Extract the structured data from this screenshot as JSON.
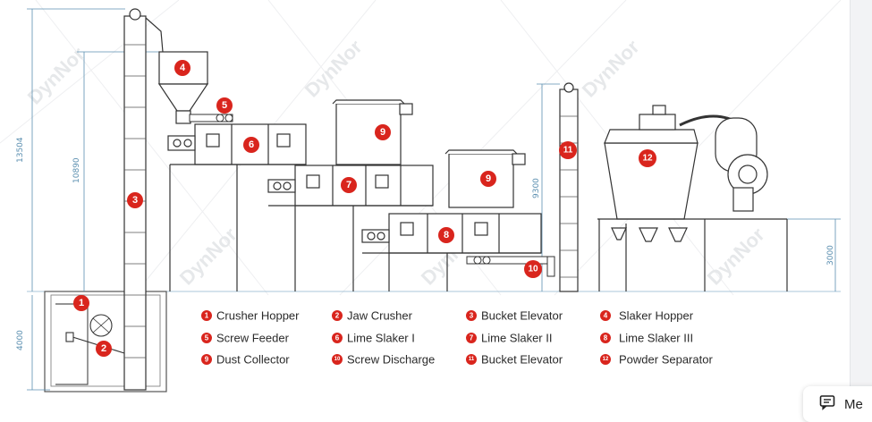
{
  "watermark": "DynNor",
  "dimensions": {
    "total_height": "13504",
    "elevator_height": "10890",
    "pit_depth": "4000",
    "right_elevator_height": "9300",
    "platform_height": "3000"
  },
  "components": [
    {
      "num": "1",
      "label": "Crusher Hopper"
    },
    {
      "num": "2",
      "label": "Jaw Crusher"
    },
    {
      "num": "3",
      "label": "Bucket Elevator"
    },
    {
      "num": "4",
      "label": "Slaker Hopper"
    },
    {
      "num": "5",
      "label": "Screw Feeder"
    },
    {
      "num": "6",
      "label": "Lime Slaker I"
    },
    {
      "num": "7",
      "label": "Lime Slaker II"
    },
    {
      "num": "8",
      "label": "Lime Slaker III"
    },
    {
      "num": "9",
      "label": "Dust Collector"
    },
    {
      "num": "10",
      "label": "Screw Discharge"
    },
    {
      "num": "11",
      "label": "Bucket Elevator"
    },
    {
      "num": "12",
      "label": "Powder Separator"
    }
  ],
  "diagram_badges": [
    "1",
    "2",
    "3",
    "4",
    "5",
    "6",
    "7",
    "8",
    "9",
    "9",
    "10",
    "11",
    "12"
  ],
  "message_button": {
    "label": "Me",
    "icon": "message-icon"
  },
  "colors": {
    "badge": "#d9251d",
    "line": "#333333",
    "dimension": "#5b8fb0"
  }
}
